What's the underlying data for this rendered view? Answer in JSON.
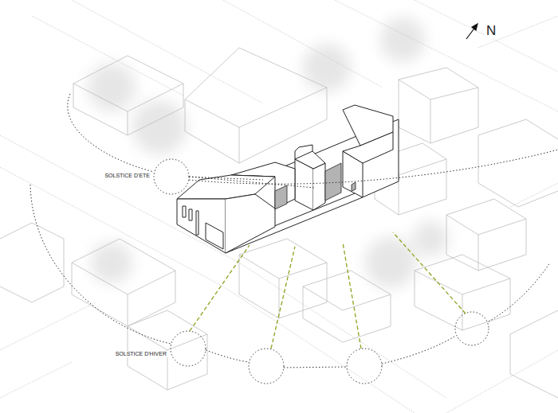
{
  "diagram": {
    "labels": [
      "N",
      "SOLSTICE D'ETE",
      "SOLSTICE D'HIVER"
    ]
  }
}
